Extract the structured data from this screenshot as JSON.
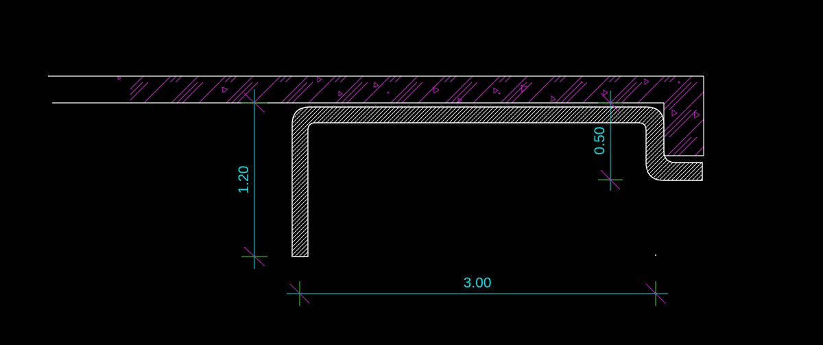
{
  "colors": {
    "background": "#000000",
    "outline": "#ffffff",
    "slab_hatch": "#c020c0",
    "profile_hatch": "#ffffff",
    "dimension": "#00e5e5",
    "dimension_tick": "#40dd40",
    "extension_mark": "#c020c0"
  },
  "dimensions": {
    "height": "1.20",
    "lip": "0.50",
    "width": "3.00"
  }
}
